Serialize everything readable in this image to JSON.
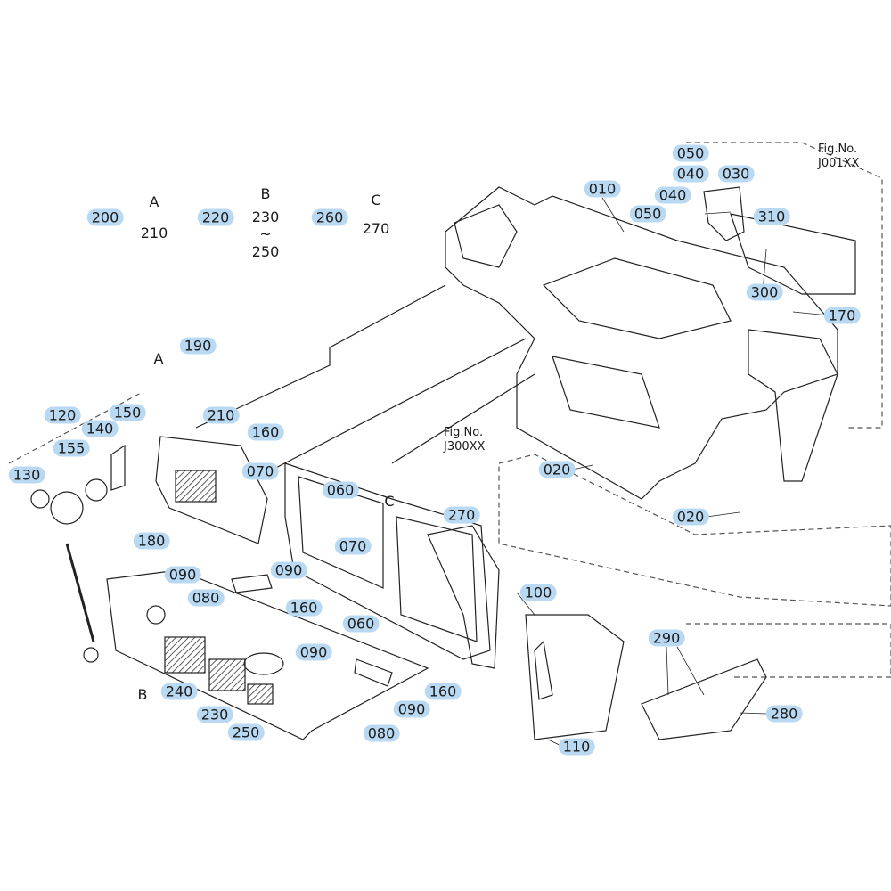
{
  "figure_refs": [
    {
      "title": "Fig.No.",
      "code": "J001XX"
    },
    {
      "title": "Fig.No.",
      "code": "J300XX"
    }
  ],
  "groups": [
    {
      "part": "200",
      "letter": "A",
      "members": [
        "210"
      ]
    },
    {
      "part": "220",
      "letter": "B",
      "members": [
        "230",
        "~",
        "250"
      ]
    },
    {
      "part": "260",
      "letter": "C",
      "members": [
        "270"
      ]
    }
  ],
  "view_letters": [
    "A",
    "C",
    "B"
  ],
  "callouts": [
    "050",
    "040",
    "030",
    "040",
    "050",
    "310",
    "010",
    "300",
    "170",
    "190",
    "120",
    "140",
    "150",
    "155",
    "130",
    "210",
    "160",
    "070",
    "180",
    "060",
    "070",
    "270",
    "090",
    "090",
    "080",
    "160",
    "060",
    "100",
    "020",
    "020",
    "090",
    "160",
    "090",
    "080",
    "240",
    "230",
    "250",
    "110",
    "290",
    "280"
  ],
  "highlight_color": "#b9d9f2"
}
